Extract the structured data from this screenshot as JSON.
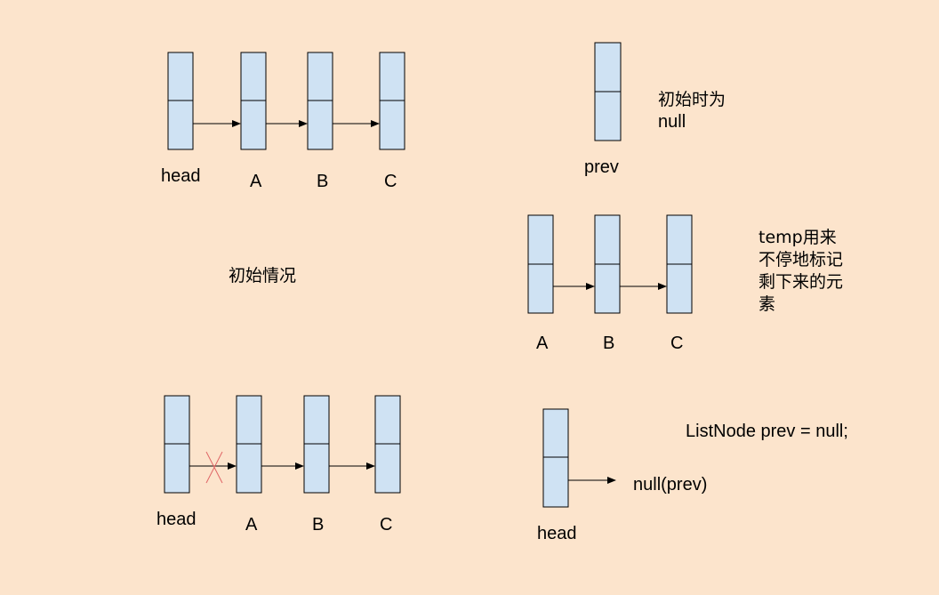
{
  "diagram": {
    "labels": {
      "top_head": "head",
      "top_a": "A",
      "top_b": "B",
      "top_c": "C",
      "prev": "prev",
      "prev_note_line1": "初始时为",
      "prev_note_line2": "null",
      "initial_caption": "初始情况",
      "mid_a": "A",
      "mid_b": "B",
      "mid_c": "C",
      "temp_note_line1": "temp用来",
      "temp_note_line2": "不停地标记",
      "temp_note_line3": "剩下来的元",
      "temp_note_line4": "素",
      "bottom_head": "head",
      "bottom_a": "A",
      "bottom_b": "B",
      "bottom_c": "C",
      "code_line": "ListNode prev = null;",
      "null_prev": "null(prev)",
      "right_head": "head"
    },
    "colors": {
      "background": "#fce4cc",
      "node_fill": "#cfe2f3",
      "node_stroke": "#000000",
      "cross": "#e06666"
    }
  }
}
